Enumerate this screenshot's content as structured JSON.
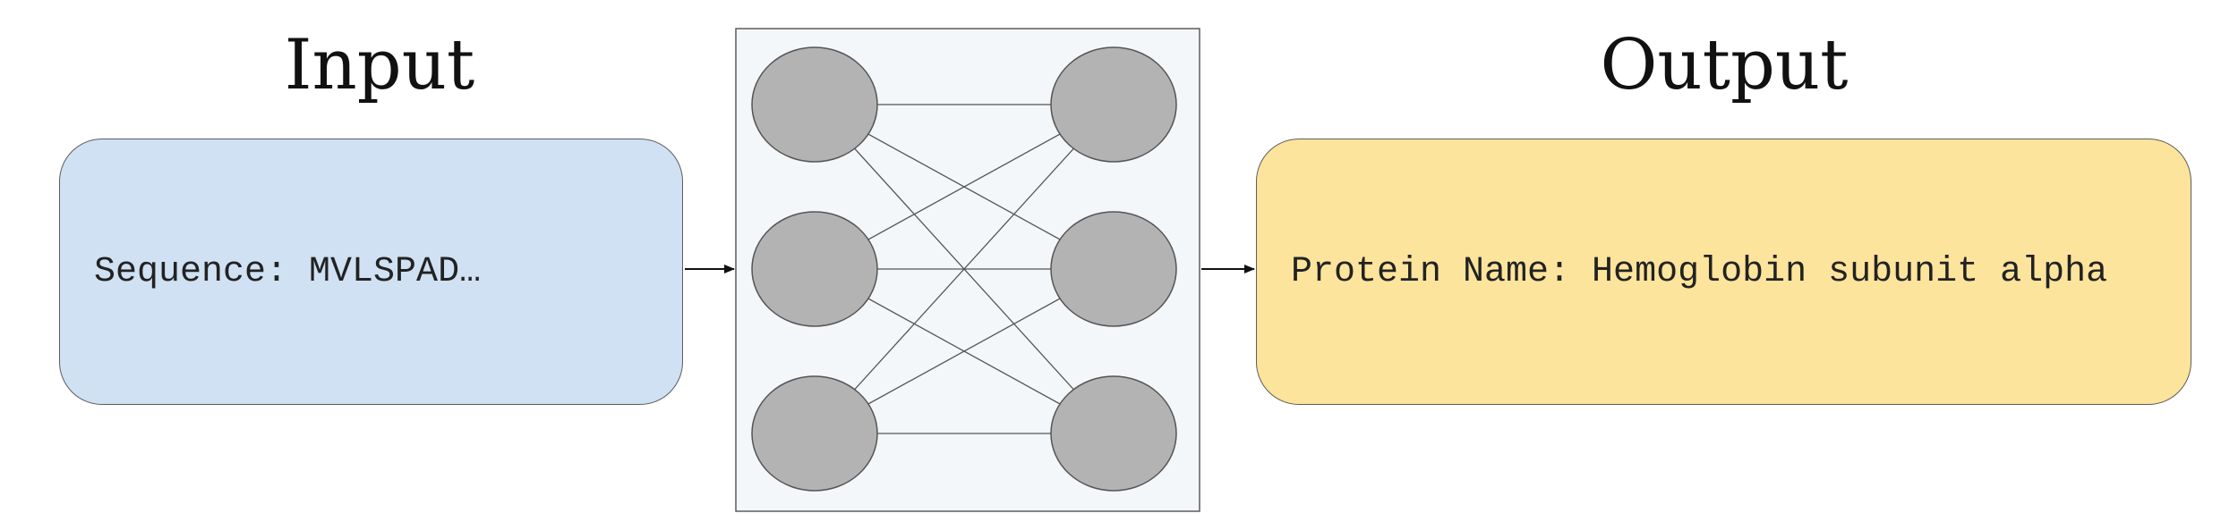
{
  "headings": {
    "input": "Input",
    "output": "Output"
  },
  "input_box": {
    "text": "Sequence: MVLSPAD…",
    "fill": "#cfe1f2"
  },
  "output_box": {
    "text": "Protein Name: Hemoglobin subunit alpha",
    "fill": "#fde49c"
  },
  "network": {
    "input_nodes": 3,
    "output_nodes": 3,
    "panel_fill": "#f3f7fa",
    "node_fill": "#b3b3b3"
  }
}
